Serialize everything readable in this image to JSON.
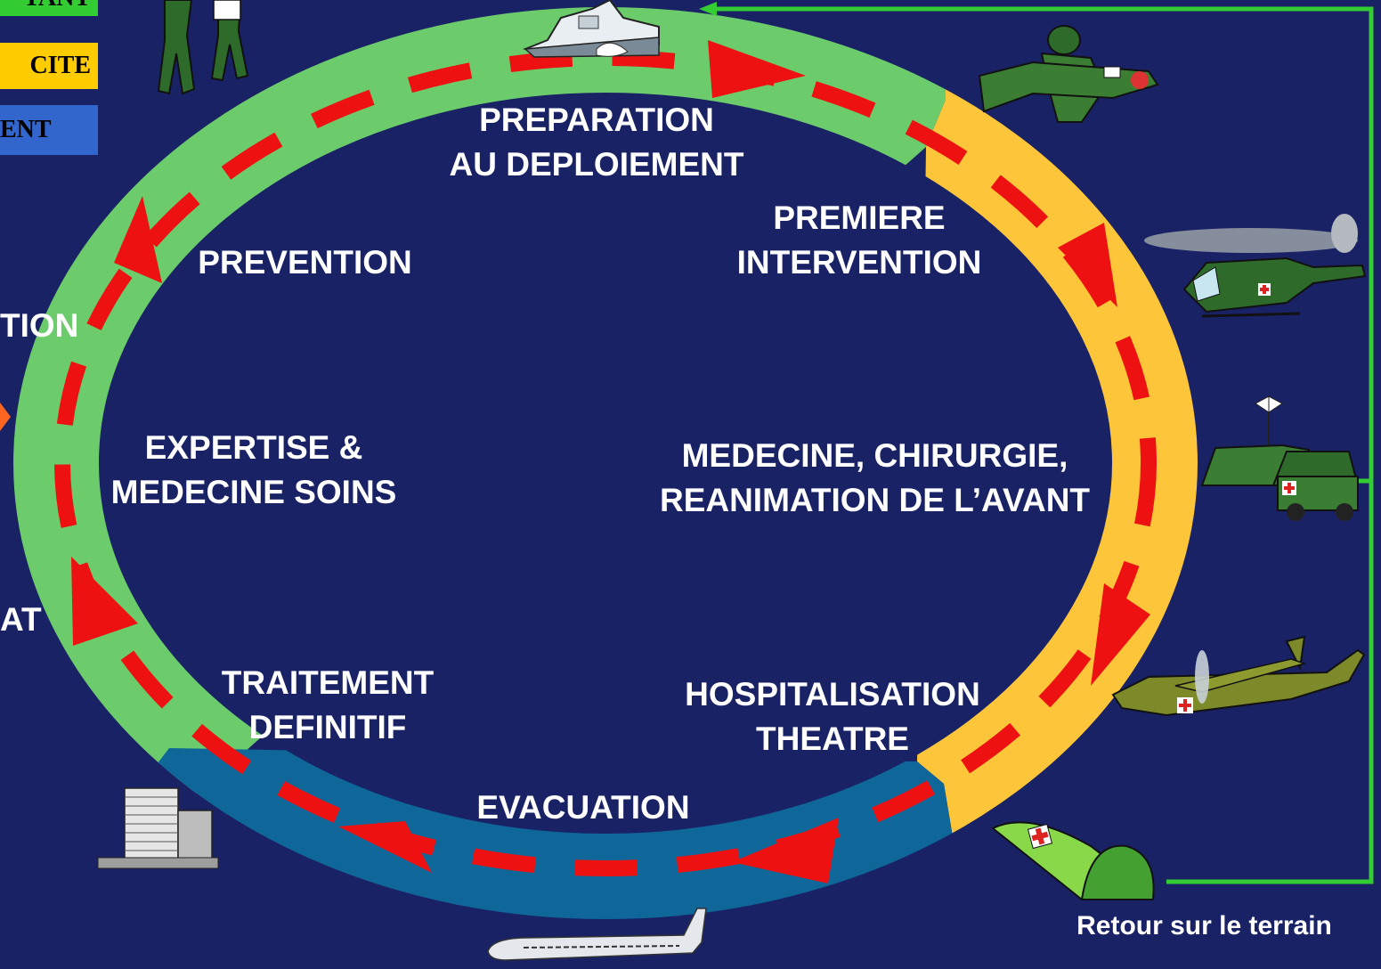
{
  "legend": {
    "green_label": "TANT",
    "yellow_label": "CITE",
    "blue_label": "ENT"
  },
  "left_cut_labels": {
    "upper": "TION",
    "lower": "AT"
  },
  "labels": {
    "preparation_line1": "PREPARATION",
    "preparation_line2": "AU DEPLOIEMENT",
    "premiere_line1": "PREMIERE",
    "premiere_line2": "INTERVENTION",
    "prevention": "PREVENTION",
    "expertise_line1": "EXPERTISE &",
    "expertise_line2": "MEDECINE SOINS",
    "medecine_line1": "MEDECINE, CHIRURGIE,",
    "medecine_line2": "REANIMATION DE L’AVANT",
    "traitement_line1": "TRAITEMENT",
    "traitement_line2": "DEFINITIF",
    "hospitalisation_line1": "HOSPITALISATION",
    "hospitalisation_line2": "THEATRE",
    "evacuation": "EVACUATION",
    "retour": "Retour sur le terrain"
  },
  "icons": {
    "ship": "warship-icon",
    "soldiers": "soldiers-icon",
    "carry": "soldier-carrying-wounded-icon",
    "helicopter": "medical-helicopter-icon",
    "field_hospital": "field-hospital-tents-icon",
    "plane": "c130-aircraft-icon",
    "shelter": "medical-shelter-icon",
    "hospital": "hospital-building-icon",
    "airliner": "airliner-icon"
  },
  "colors": {
    "background": "#1a2266",
    "ring_green": "#6ccb6a",
    "ring_yellow": "#fcc53a",
    "ring_blue": "#0e6699",
    "arrow_red": "#ee1111",
    "return_line": "#33cc33",
    "legend_green": "#33cc33",
    "legend_yellow": "#ffcc00",
    "legend_blue": "#3366cc"
  }
}
